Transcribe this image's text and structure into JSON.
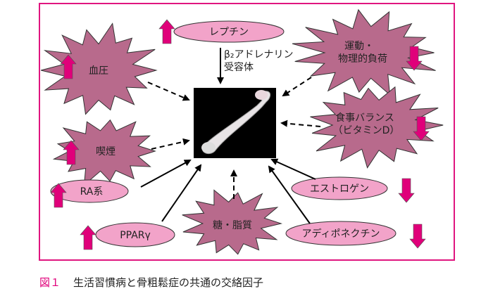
{
  "colors": {
    "frame": "#e0157f",
    "burst": "#b86a8c",
    "ellipse": "#f2a3c9",
    "trend_arrow": "#e0007a",
    "bone_bg": "#000000"
  },
  "factors": {
    "leptin": {
      "label": "レプチン",
      "trend": "up"
    },
    "beta2": {
      "line1": "β₂アドレナリン",
      "line2": "受容体"
    },
    "blood_pressure": {
      "label": "血圧",
      "trend": "up"
    },
    "exercise": {
      "line1": "運動・",
      "line2": "物理的負荷",
      "trend": "down"
    },
    "diet": {
      "line1": "食事バランス",
      "line2": "（ビタミンD）",
      "trend": "down"
    },
    "smoking": {
      "label": "喫煙",
      "trend": "up"
    },
    "ra": {
      "label": "RA系",
      "trend": "up"
    },
    "estrogen": {
      "label": "エストロゲン",
      "trend": "down"
    },
    "ppar": {
      "label": "PPARγ",
      "trend": "up"
    },
    "sugar_lipid": {
      "label": "糖・脂質"
    },
    "adiponectin": {
      "label": "アディポネクチン",
      "trend": "down"
    }
  },
  "caption": {
    "number": "図１",
    "text": "生活習慣病と骨粗鬆症の共通の交絡因子"
  }
}
